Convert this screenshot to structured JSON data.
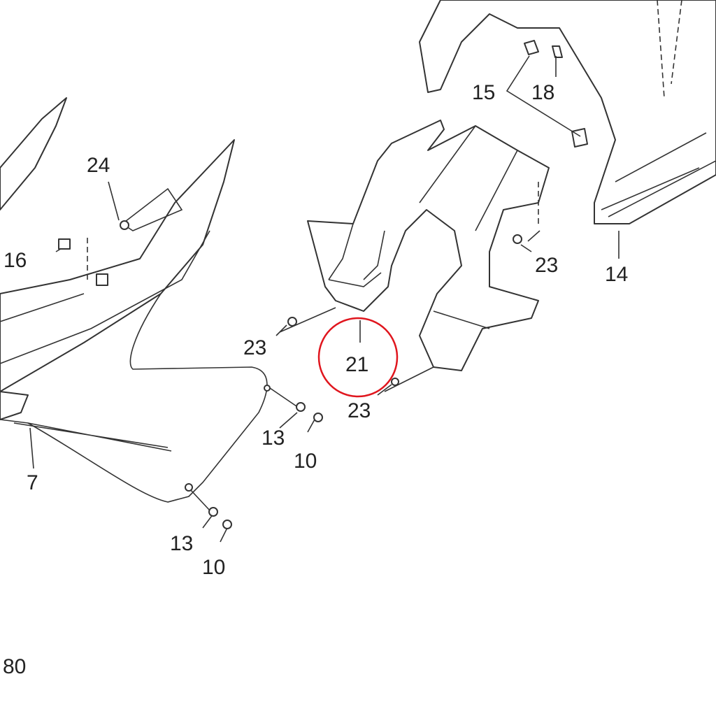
{
  "diagram": {
    "labels": {
      "p15": "15",
      "p18": "18",
      "p24": "24",
      "p16": "16",
      "p23a": "23",
      "p23b": "23",
      "p23c": "23",
      "p14": "14",
      "p21": "21",
      "p13a": "13",
      "p10a": "10",
      "p13b": "13",
      "p10b": "10",
      "p7": "7",
      "fig": "80"
    },
    "highlight": {
      "part": "21",
      "color": "#e0161e"
    }
  }
}
